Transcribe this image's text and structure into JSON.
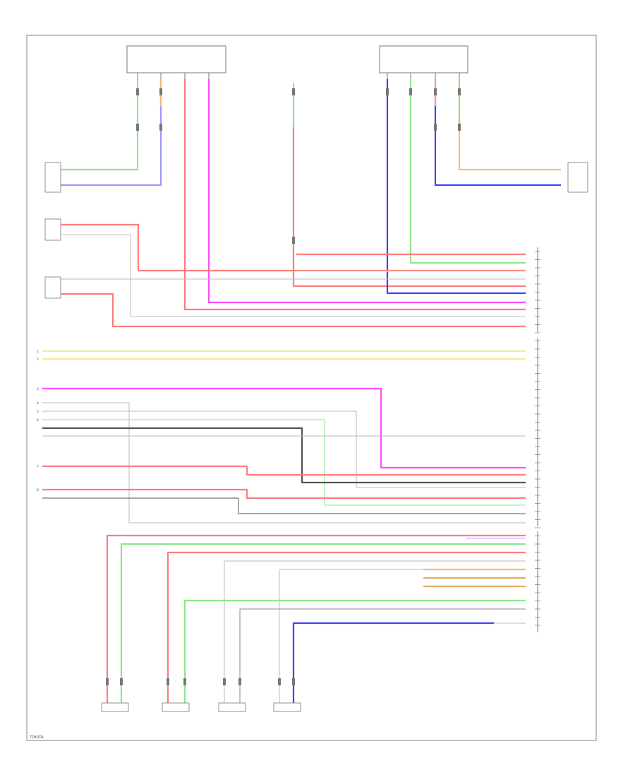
{
  "diagram": {
    "background": "#ffffff",
    "frame_color": "#9a9a9a",
    "colors": {
      "red": "#ff7c7c",
      "pink": "#ff9aa2",
      "magenta": "#ff4dff",
      "blue": "#4040ff",
      "lightblue": "#9a9aff",
      "green": "#8ae88a",
      "yellow": "#f3e9a0",
      "orange": "#ffb877",
      "grey": "#bbbbbb",
      "black": "#555555",
      "violet": "#cc99ff"
    },
    "footer": "TOYOTA",
    "side_labels": {
      "a": "1",
      "b": "2",
      "c": "3",
      "d": "4",
      "e": "5",
      "f": "6",
      "g": "7",
      "h": "8"
    }
  }
}
